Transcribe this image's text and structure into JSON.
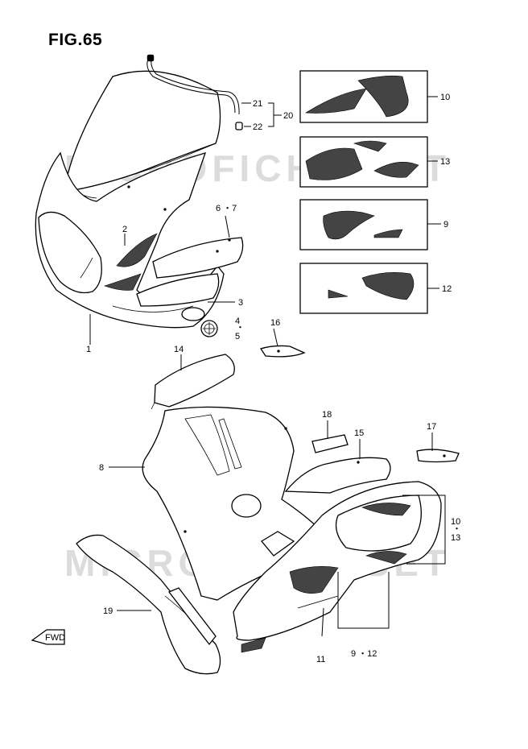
{
  "figure": {
    "title": "FIG.65"
  },
  "watermark": {
    "text": "MICROFICHE-SET"
  },
  "fwd_arrow": {
    "label": "FWD"
  },
  "callouts": [
    {
      "id": "c1",
      "text": "1"
    },
    {
      "id": "c2",
      "text": "2"
    },
    {
      "id": "c3",
      "text": "3"
    },
    {
      "id": "c4",
      "text": "4"
    },
    {
      "id": "c5",
      "text": "5"
    },
    {
      "id": "c6",
      "text": "6 ・7"
    },
    {
      "id": "c8",
      "text": "8"
    },
    {
      "id": "c9a",
      "text": "9"
    },
    {
      "id": "c9b",
      "text": "9 ・12"
    },
    {
      "id": "c10a",
      "text": "10"
    },
    {
      "id": "c10b",
      "text": "10"
    },
    {
      "id": "c11",
      "text": "11"
    },
    {
      "id": "c12",
      "text": "12"
    },
    {
      "id": "c13a",
      "text": "13"
    },
    {
      "id": "c13b",
      "text": "13"
    },
    {
      "id": "c14",
      "text": "14"
    },
    {
      "id": "c15",
      "text": "15"
    },
    {
      "id": "c16",
      "text": "16"
    },
    {
      "id": "c17",
      "text": "17"
    },
    {
      "id": "c18",
      "text": "18"
    },
    {
      "id": "c19",
      "text": "19"
    },
    {
      "id": "c20",
      "text": "20"
    },
    {
      "id": "c21",
      "text": "21"
    },
    {
      "id": "c22",
      "text": "22"
    }
  ],
  "separator_dot": "・"
}
